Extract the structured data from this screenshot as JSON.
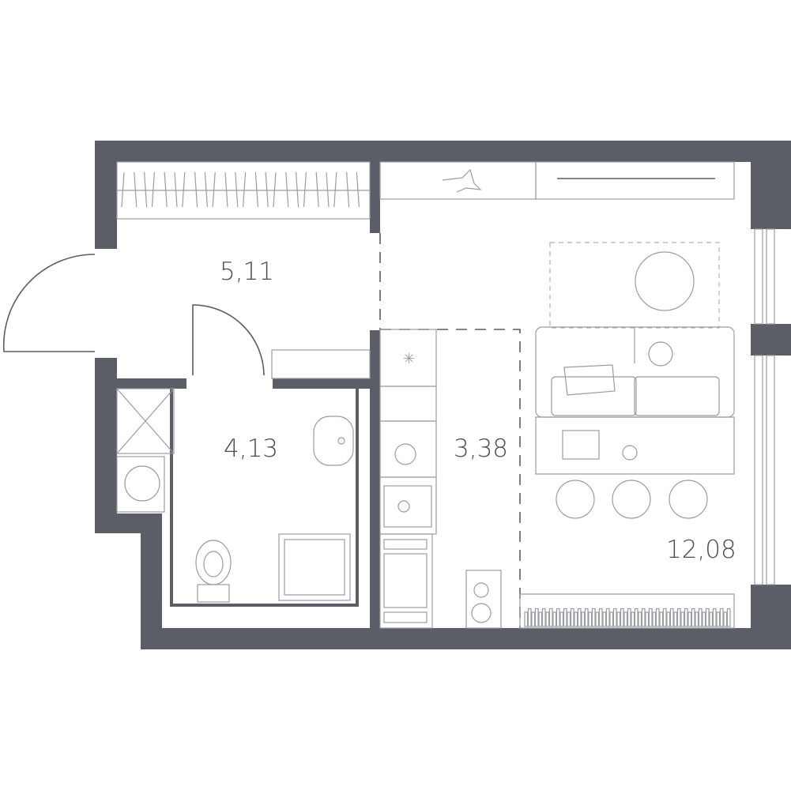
{
  "plan": {
    "wall_color": "#5b5e66",
    "rooms": [
      {
        "name": "hallway",
        "area": "5,11"
      },
      {
        "name": "bathroom",
        "area": "4,13"
      },
      {
        "name": "kitchen",
        "area": "3,38"
      },
      {
        "name": "living-room",
        "area": "12,08"
      }
    ]
  }
}
